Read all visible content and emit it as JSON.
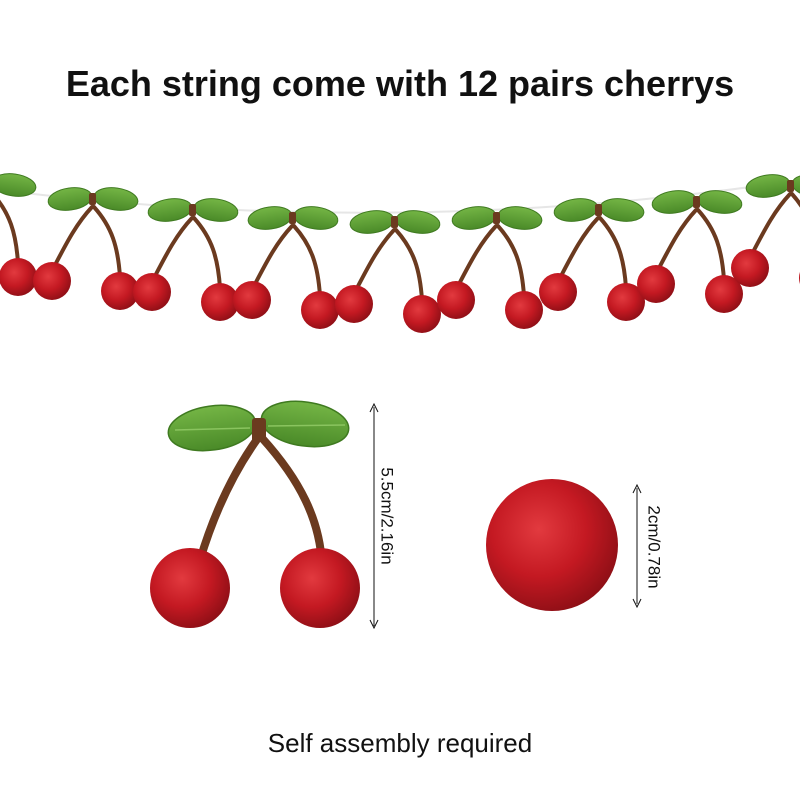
{
  "headline": "Each string come with 12 pairs cherrys",
  "footer": "Self assembly required",
  "cherry_pair_height_label": "5.5cm/2.16in",
  "pompom_diameter_label": "2cm/0.78in",
  "colors": {
    "cherry_red": "#c41922",
    "leaf_green": "#5a9e32",
    "stem_brown": "#6b3a1f",
    "string": "#e6e6e6"
  },
  "icons": [
    "cherry-pair-icon",
    "pompom-icon",
    "garland-icon",
    "dimension-arrow-icon"
  ]
}
